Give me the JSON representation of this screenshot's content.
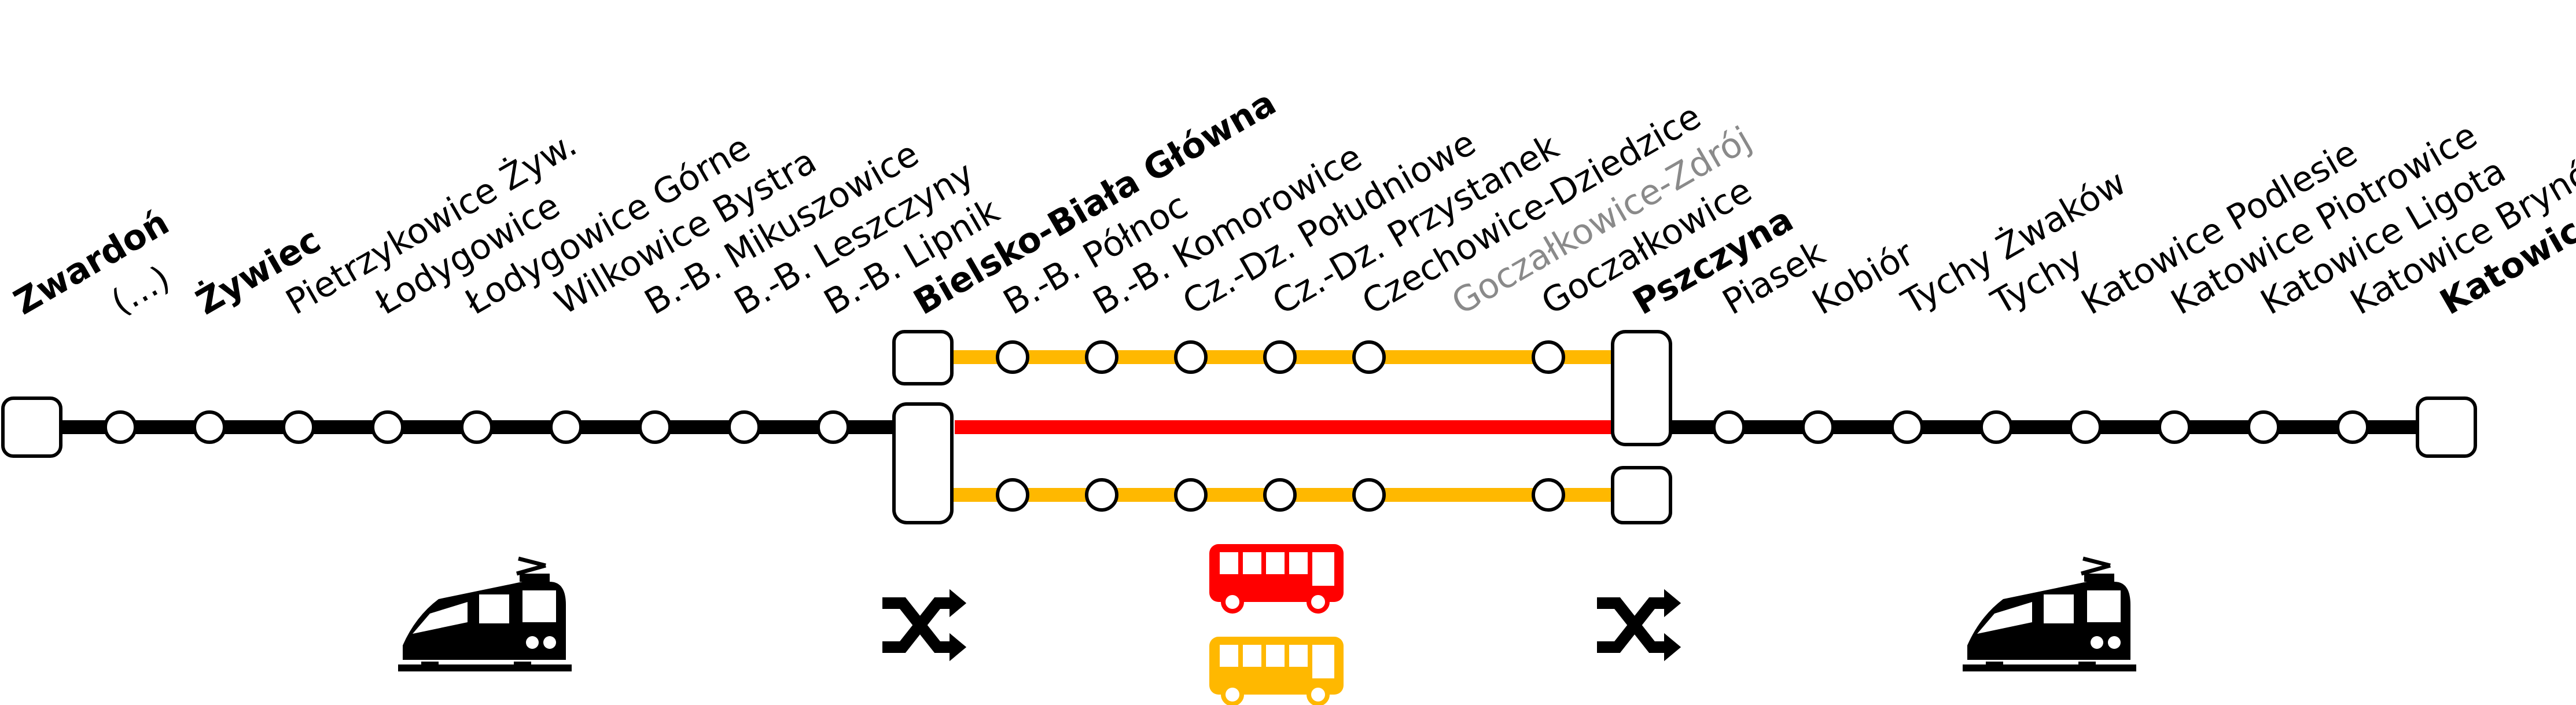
{
  "colors": {
    "main_line": "#000000",
    "bus_line": "#ffb800",
    "express_line": "#ff0000",
    "bus_red": "#ff0000",
    "bus_yellow": "#ffb800"
  },
  "main_line": {
    "stations": [
      {
        "key": "zwardon",
        "label": "Zwardoń",
        "major": true
      },
      {
        "key": "ellipsis",
        "label": "(...)"
      },
      {
        "key": "zywiec",
        "label": "Żywiec",
        "major": true
      },
      {
        "key": "pietrzykowice",
        "label": "Pietrzykowice Żyw."
      },
      {
        "key": "lodygowice",
        "label": "Łodygowice"
      },
      {
        "key": "lodygowice-gorne",
        "label": "Łodygowice Górne"
      },
      {
        "key": "wilkowice-bystra",
        "label": "Wilkowice Bystra"
      },
      {
        "key": "bb-mikuszowice",
        "label": "B.-B. Mikuszowice"
      },
      {
        "key": "bb-leszczyny",
        "label": "B.-B. Leszczyny"
      },
      {
        "key": "bb-lipnik",
        "label": "B.-B. Lipnik"
      },
      {
        "key": "bielsko-biala-glowna",
        "label": "Bielsko-Biała Główna",
        "major": true
      },
      {
        "key": "pszczyna",
        "label": "Pszczyna",
        "major": true
      },
      {
        "key": "piasek",
        "label": "Piasek"
      },
      {
        "key": "kobior",
        "label": "Kobiór"
      },
      {
        "key": "tychy-zwakow",
        "label": "Tychy Żwaków"
      },
      {
        "key": "tychy",
        "label": "Tychy"
      },
      {
        "key": "katowice-podlesie",
        "label": "Katowice Podlesie"
      },
      {
        "key": "katowice-piotrowice",
        "label": "Katowice Piotrowice"
      },
      {
        "key": "katowice-ligota",
        "label": "Katowice Ligota"
      },
      {
        "key": "katowice-brynow",
        "label": "Katowice Brynów"
      },
      {
        "key": "katowice",
        "label": "Katowice",
        "major": true
      }
    ]
  },
  "replacement_section": {
    "stations": [
      {
        "key": "bb-polnoc",
        "label": "B.-B. Północ"
      },
      {
        "key": "bb-komorowice",
        "label": "B.-B. Komorowice"
      },
      {
        "key": "cz-dz-poludniowe",
        "label": "Cz.-Dz. Południowe"
      },
      {
        "key": "cz-dz-przystanek",
        "label": "Cz.-Dz. Przystanek"
      },
      {
        "key": "czechowice-dziedzice",
        "label": "Czechowice-Dziedzice"
      },
      {
        "key": "goczalkowice-zdroj",
        "label": "Goczałkowice-Zdrój",
        "muted": true
      },
      {
        "key": "goczalkowice",
        "label": "Goczałkowice"
      }
    ]
  },
  "icons": [
    {
      "key": "train-left",
      "name": "train-icon"
    },
    {
      "key": "transfer-left",
      "name": "shuffle-transfer-icon"
    },
    {
      "key": "bus-red",
      "name": "bus-icon-red"
    },
    {
      "key": "bus-yellow",
      "name": "bus-icon-yellow"
    },
    {
      "key": "transfer-right",
      "name": "shuffle-transfer-icon"
    },
    {
      "key": "train-right",
      "name": "train-icon"
    }
  ]
}
